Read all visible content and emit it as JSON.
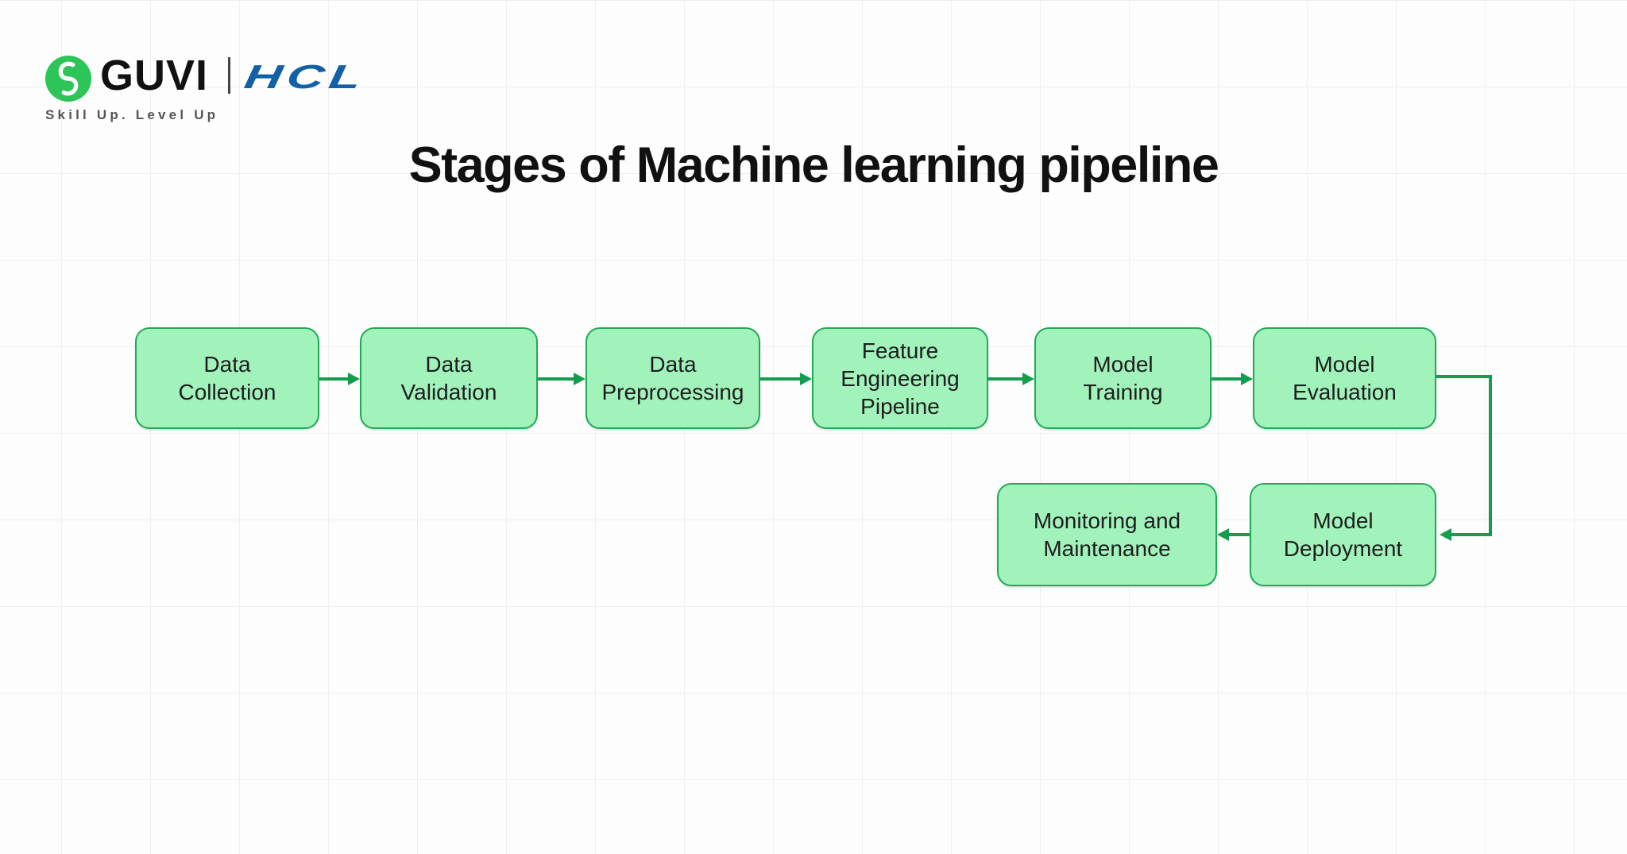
{
  "header": {
    "logo": {
      "guvi_text": "GUVI",
      "hcl_text": "HCL",
      "tagline": "Skill Up. Level Up"
    },
    "title": "Stages of Machine learning pipeline"
  },
  "icons": {
    "logo": "guvi-monogram-icon"
  },
  "diagram": {
    "nodes": [
      {
        "id": "data-collection",
        "label": [
          "Data",
          "Collection"
        ]
      },
      {
        "id": "data-validation",
        "label": [
          "Data",
          "Validation"
        ]
      },
      {
        "id": "data-preprocessing",
        "label": [
          "Data",
          "Preprocessing"
        ]
      },
      {
        "id": "feature-engineering-pipeline",
        "label": [
          "Feature",
          "Engineering",
          "Pipeline"
        ]
      },
      {
        "id": "model-training",
        "label": [
          "Model",
          "Training"
        ]
      },
      {
        "id": "model-evaluation",
        "label": [
          "Model",
          "Evaluation"
        ]
      },
      {
        "id": "monitoring-and-maintenance",
        "label": [
          "Monitoring and",
          "Maintenance"
        ]
      },
      {
        "id": "model-deployment",
        "label": [
          "Model",
          "Deployment"
        ]
      }
    ],
    "edges": [
      {
        "from": "data-collection",
        "to": "data-validation"
      },
      {
        "from": "data-validation",
        "to": "data-preprocessing"
      },
      {
        "from": "data-preprocessing",
        "to": "feature-engineering-pipeline"
      },
      {
        "from": "feature-engineering-pipeline",
        "to": "model-training"
      },
      {
        "from": "model-training",
        "to": "model-evaluation"
      },
      {
        "from": "model-evaluation",
        "to": "model-deployment"
      },
      {
        "from": "model-deployment",
        "to": "monitoring-and-maintenance"
      }
    ]
  },
  "colors": {
    "guvi_green": "#2EC558",
    "hcl_blue": "#1160A8",
    "node_fill": "#A2F2BC",
    "node_border": "#1EAB56",
    "arrow_green": "#149D4D",
    "title_black": "#111111",
    "tagline_gray": "#555555"
  }
}
